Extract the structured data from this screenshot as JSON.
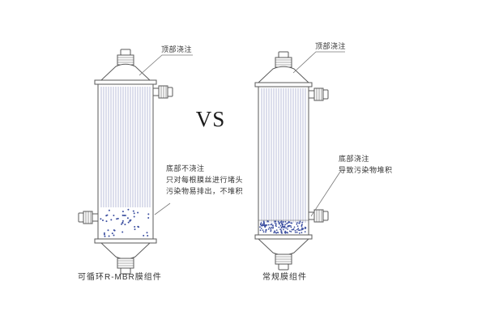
{
  "vs_label": "VS",
  "left_module": {
    "caption": "可循环R-MBR膜组件",
    "top_annotation": "顶部浇注",
    "bottom_annotation_lines": [
      "底部不浇注",
      "只对每根膜丝进行堵头",
      "污染物易排出，不堆积"
    ]
  },
  "right_module": {
    "caption": "常规膜组件",
    "top_annotation": "顶部浇注",
    "bottom_annotation_lines": [
      "底部浇注",
      "导致污染物堆积"
    ]
  },
  "colors": {
    "outline": "#5a5a5a",
    "fiber": "#9aa2c8",
    "dots": "#3c4fa0",
    "text": "#333333"
  }
}
